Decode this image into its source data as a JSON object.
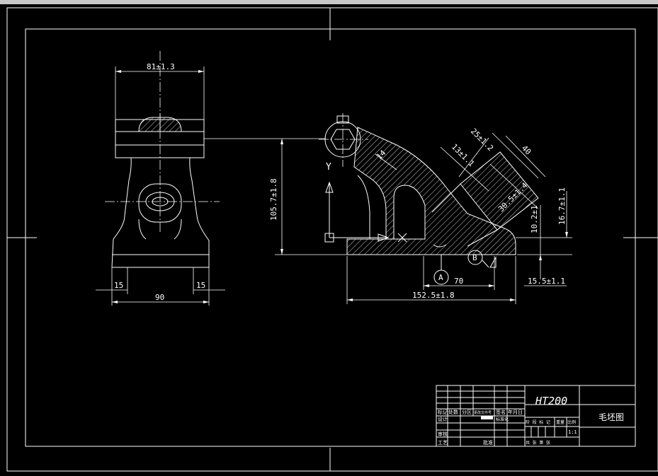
{
  "drawing": {
    "dimensions": {
      "top_width": "81±1.3",
      "bottom_left": "15",
      "bottom_right": "15",
      "bottom_width": "90",
      "height_main": "105.7±1.8",
      "angle_small": "14",
      "d25": "25±1.2",
      "d40": "40",
      "d13": "13±1.1",
      "d30": "30.5±1.4",
      "d10": "10.2±1",
      "d16": "16.7±1.1",
      "d70": "70",
      "d15_5": "15.5±1.1",
      "d152": "152.5±1.8"
    },
    "labels": {
      "axis_y": "Y",
      "datum_a": "A",
      "datum_b": "B"
    }
  },
  "title_block": {
    "material": "HT200",
    "drawing_name": "毛坯图",
    "scale": "1:1",
    "cells": {
      "r1c1": "标记",
      "r1c2": "处数",
      "r1c3": "分区",
      "r1c4": "更改文件号",
      "r1c5": "签名",
      "r1c6": "年月日",
      "design": "设计",
      "standard": "标准化",
      "review": "审核",
      "process": "工艺",
      "approve": "批准",
      "stage": "阶 段 标 记",
      "weight": "重量",
      "scale_label": "比例",
      "sheets": "共 张 第 张"
    }
  }
}
